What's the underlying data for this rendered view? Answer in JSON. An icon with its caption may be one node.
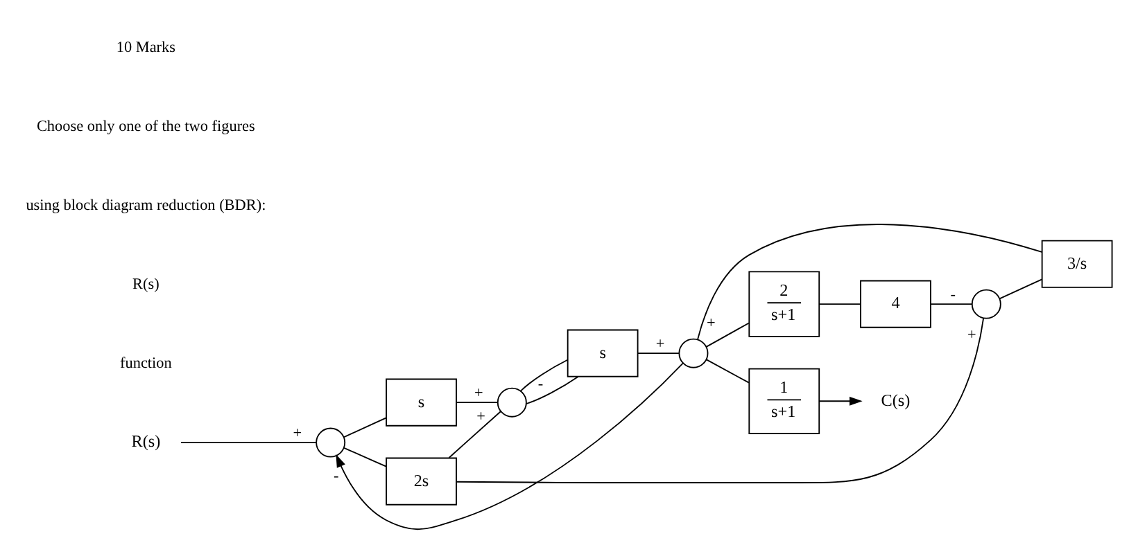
{
  "diagram": {
    "nodes": [
      {
        "text": [
          "R(s)"
        ]
      },
      {
        "text": [],
        "shape": "circle"
      },
      {
        "text": [
          "s"
        ]
      },
      {
        "text": [
          "2s"
        ]
      },
      {
        "text": [],
        "shape": "circle"
      },
      {
        "text": [
          "s"
        ]
      },
      {
        "text": [],
        "shape": "circle"
      },
      {
        "text": [
          "3/s"
        ]
      },
      {
        "text": [
          "4"
        ]
      },
      {
        "text": [],
        "shape": "circle"
      },
      {
        "text": [
          "2",
          "s+1"
        ]
      },
      {
        "text": [
          "1",
          "s+1"
        ]
      },
      {
        "text": [
          "C(s)"
        ]
      }
    ],
    "edges": [
      {
        "from": 0,
        "to": 1,
        "arrow": "none",
        "label": "+"
      },
      {
        "from": 1,
        "to": 2,
        "arrow": "none"
      },
      {
        "from": 1,
        "to": 3,
        "arrow": "none"
      },
      {
        "from": 2,
        "to": 4,
        "arrow": "none",
        "label": "+"
      },
      {
        "from": 3,
        "to": 4,
        "arrow": "none",
        "label": "+"
      },
      {
        "from": 3,
        "to": 6,
        "arrow": "none",
        "label": "+"
      },
      {
        "from": 4,
        "to": 5,
        "arrow": "none"
      },
      {
        "from": 5,
        "to": 9,
        "arrow": "none",
        "label": "+"
      },
      {
        "from": 5,
        "to": 4,
        "arrow": "none",
        "label": "-"
      },
      {
        "from": 6,
        "to": 7,
        "arrow": "none"
      },
      {
        "from": 7,
        "to": 9,
        "arrow": "none",
        "label": "+"
      },
      {
        "from": 9,
        "to": 11,
        "arrow": "none"
      },
      {
        "from": 11,
        "to": 12,
        "arrow": "to"
      },
      {
        "from": 9,
        "to": 10,
        "arrow": "none"
      },
      {
        "from": 10,
        "to": 8,
        "arrow": "none"
      },
      {
        "from": 8,
        "to": 6,
        "arrow": "none",
        "label": "-"
      },
      {
        "from": 9,
        "to": 1,
        "arrow": "to",
        "label": "-"
      }
    ],
    "labels": [
      "function",
      "R(s)",
      "using block diagram reduction (BDR):",
      "Choose only one of the two figures",
      "10 Marks"
    ]
  }
}
